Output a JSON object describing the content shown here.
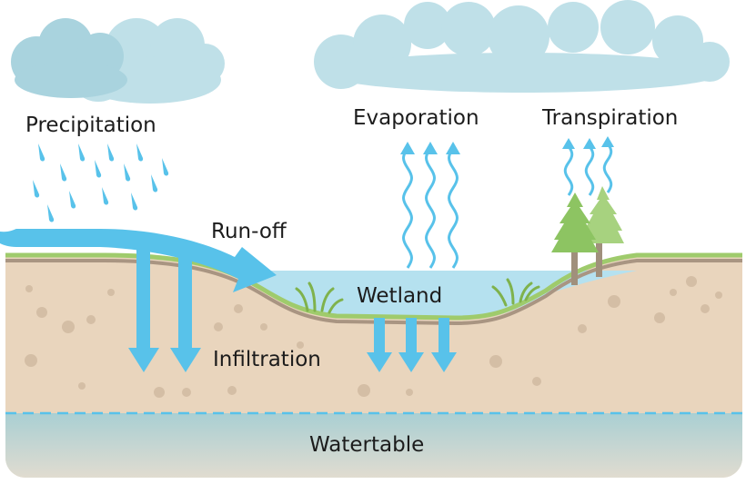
{
  "labels": {
    "precipitation": "Precipitation",
    "evaporation": "Evaporation",
    "transpiration": "Transpiration",
    "runoff": "Run-off",
    "wetland": "Wetland",
    "infiltration": "Infiltration",
    "watertable": "Watertable"
  },
  "colors": {
    "cloud": "#bfe0e8",
    "cloud_dark": "#a9d3de",
    "water": "#58c2ea",
    "pond": "#b5e1ef",
    "soil": "#e9d5bd",
    "grass": "#9fcb6c",
    "soil_edge": "#a99582",
    "tree": "#8dc462",
    "trunk": "#a0907c",
    "groundwater": "#b3d3d6"
  }
}
